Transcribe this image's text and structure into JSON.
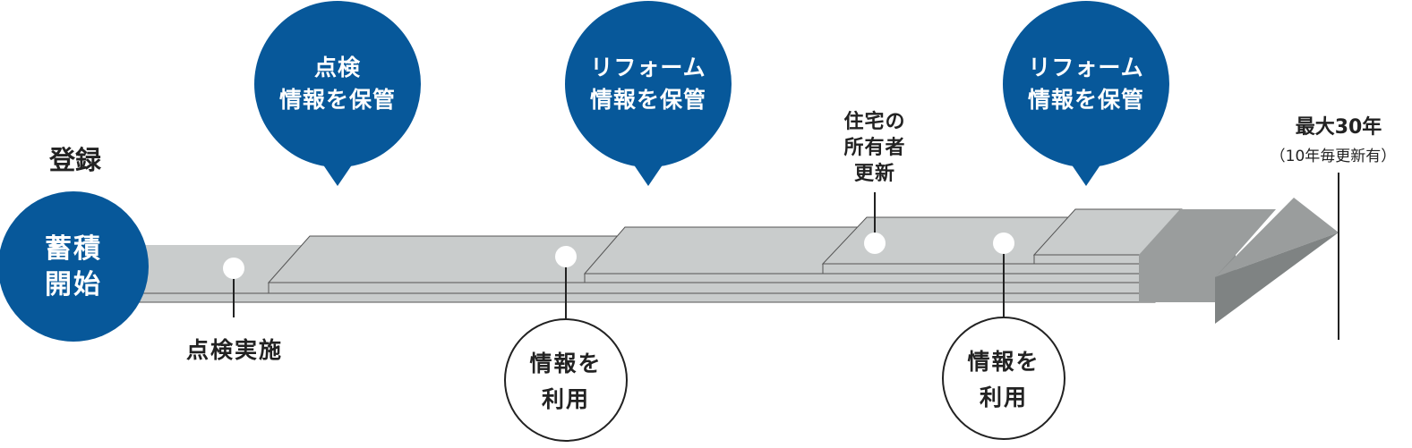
{
  "colors": {
    "bubble_blue": "#07589a",
    "board_light": "#c9cccc",
    "board_dark": "#9a9d9d",
    "board_darker": "#7f8383",
    "text_dark": "#222222"
  },
  "start": {
    "label": "登録",
    "circle_lines": [
      "蓄積",
      "開始"
    ]
  },
  "speech_bubbles": [
    {
      "lines": [
        "点検",
        "情報を保管"
      ]
    },
    {
      "lines": [
        "リフォーム",
        "情報を保管"
      ]
    },
    {
      "lines": [
        "リフォーム",
        "情報を保管"
      ]
    }
  ],
  "usage_circles": [
    {
      "lines": [
        "情報を",
        "利用"
      ]
    },
    {
      "lines": [
        "情報を",
        "利用"
      ]
    }
  ],
  "labels": {
    "inspection_done": "点検実施",
    "owner_update": [
      "住宅の",
      "所有者",
      "更新"
    ],
    "max_years": "最大30年",
    "renewal_note": "（10年毎更新有）"
  }
}
